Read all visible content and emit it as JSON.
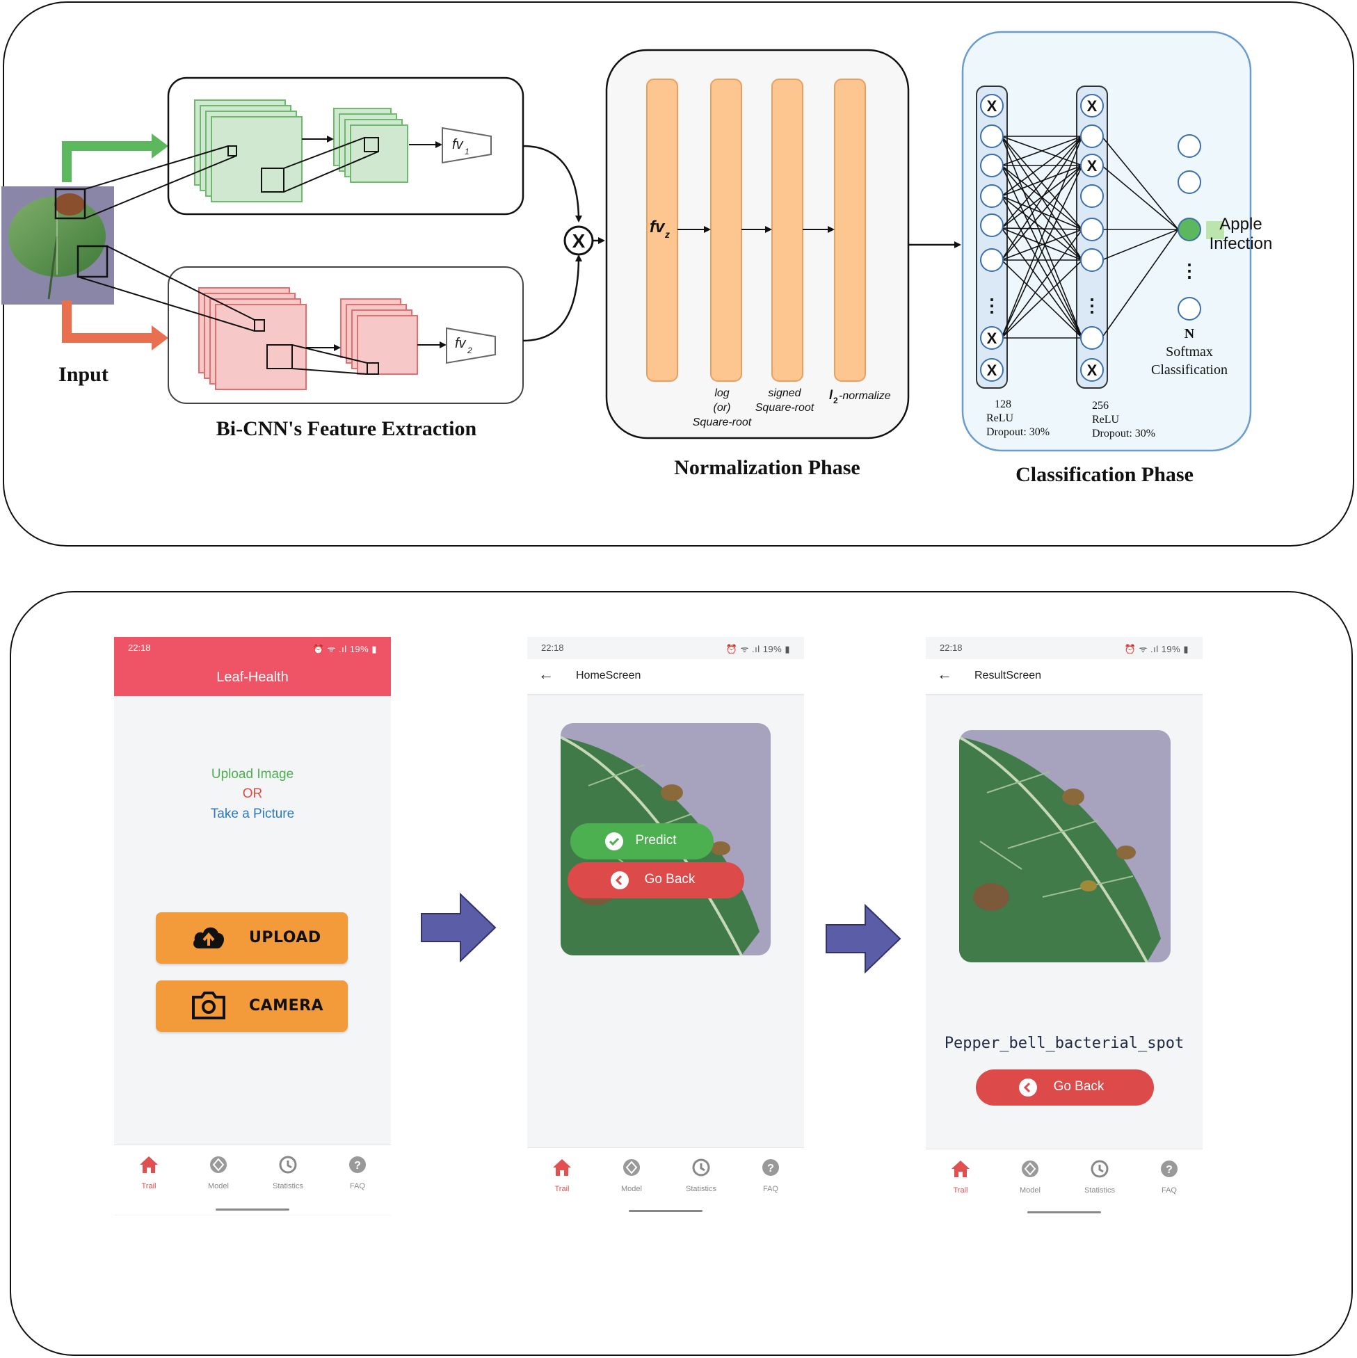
{
  "feature_extraction": {
    "input_label": "Input",
    "fv1": "fv",
    "fv1_sub": "1",
    "fv2": "fv",
    "fv2_sub": "2",
    "title": "Bi-CNN's Feature Extraction",
    "combine_symbol": "X"
  },
  "normalization": {
    "fvz": "fv",
    "fvz_sub": "z",
    "label_log": [
      "log",
      "(or)",
      "Square-root"
    ],
    "label_signed": [
      "signed",
      "Square-root"
    ],
    "label_l2_prefix": "l",
    "label_l2_sub": "2",
    "label_l2_suffix": "-normalize",
    "title": "Normalization Phase"
  },
  "classification": {
    "layer1": [
      "128",
      "ReLU",
      "Dropout: 30%"
    ],
    "layer2": [
      "256",
      "ReLU",
      "Dropout: 30%"
    ],
    "output_label": [
      "Apple",
      "Infection"
    ],
    "softmax_label": [
      "N",
      "Softmax",
      "Classification"
    ],
    "dropout_symbol": "X",
    "ellipsis": "⋮",
    "title": "Classification Phase"
  },
  "colors": {
    "green_path": "#5cb85c",
    "red_path": "#e8704f",
    "norm_bar": "#fdc690",
    "nn_panel": "#eef7fb",
    "arrow_blue": "#5b5ea6",
    "accent_red": "#ef5466",
    "button_orange": "#f39a3a",
    "predict_green": "#4caf50",
    "goback_red": "#dc4a4a"
  },
  "app": {
    "status_time": "22:18",
    "status_right": "⏰ ᯤ .ıl 19% ▮",
    "screen1": {
      "title": "Leaf-Health",
      "hint_upload": "Upload Image",
      "hint_or": "OR",
      "hint_take": "Take a Picture",
      "upload_label": "UPLOAD",
      "camera_label": "CAMERA"
    },
    "screen2": {
      "title": "HomeScreen",
      "predict_label": "Predict",
      "goback_label": "Go Back"
    },
    "screen3": {
      "title": "ResultScreen",
      "result": "Pepper_bell_bacterial_spot",
      "goback_label": "Go Back"
    },
    "tabs": [
      "Trail",
      "Model",
      "Statistics",
      "FAQ"
    ],
    "back_arrow": "←"
  }
}
